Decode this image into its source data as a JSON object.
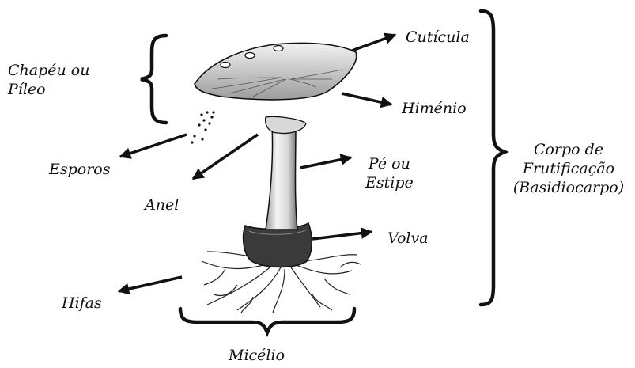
{
  "labels": {
    "chapeu": [
      "Chapéu ou",
      "Píleo"
    ],
    "cuticula": "Cutícula",
    "himenio": "Himénio",
    "esporos": "Esporos",
    "anel": "Anel",
    "pe": [
      "Pé ou",
      "Estipe"
    ],
    "volva": "Volva",
    "hifas": "Hifas",
    "micelio": "Micélio",
    "corpo": [
      "Corpo de",
      "Frutificação",
      "(Basidiocarpo)"
    ]
  },
  "colors": {
    "ink": "#111111",
    "cap": "#e6e6e6",
    "stem": "#ececec",
    "shade": "#8a8a8a"
  }
}
